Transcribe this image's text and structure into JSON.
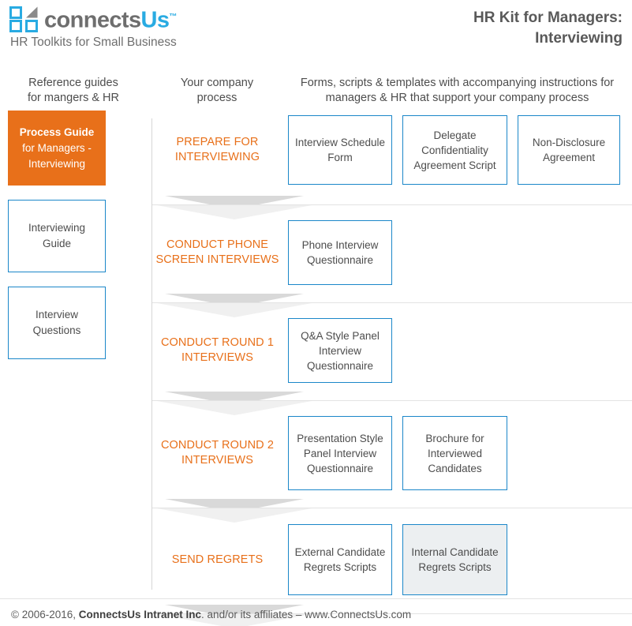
{
  "brand": {
    "logo_icon": "connectsus-grid-logo-icon",
    "name_part1": "connects",
    "name_part2": "Us",
    "trademark": "™",
    "tagline": "HR Toolkits for Small Business"
  },
  "header": {
    "kit_title_line1": "HR Kit for Managers:",
    "kit_title_line2": "Interviewing"
  },
  "columns": {
    "reference": {
      "line1": "Reference guides",
      "line2": "for mangers & HR"
    },
    "process": {
      "line1": "Your company",
      "line2": "process"
    },
    "forms": {
      "line1": "Forms, scripts & templates with accompanying instructions for",
      "line2": "managers & HR that support your company process"
    }
  },
  "reference_guides": [
    {
      "highlighted": true,
      "strong": "Process Guide",
      "line2": "for Managers -",
      "line3": "Interviewing"
    },
    {
      "highlighted": false,
      "line1": "Interviewing",
      "line2": "Guide"
    },
    {
      "highlighted": false,
      "line1": "Interview",
      "line2": "Questions"
    }
  ],
  "process_rows": [
    {
      "stage": "PREPARE FOR INTERVIEWING",
      "documents": [
        {
          "label": "Interview Schedule Form",
          "shaded": false
        },
        {
          "label": "Delegate Confidentiality Agreement Script",
          "shaded": false
        },
        {
          "label": "Non-Disclosure Agreement",
          "shaded": false
        }
      ]
    },
    {
      "stage": "CONDUCT PHONE SCREEN INTERVIEWS",
      "documents": [
        {
          "label": "Phone Interview Questionnaire",
          "shaded": false
        }
      ]
    },
    {
      "stage": "CONDUCT ROUND 1 INTERVIEWS",
      "documents": [
        {
          "label": "Q&A Style Panel Interview Questionnaire",
          "shaded": false
        }
      ]
    },
    {
      "stage": "CONDUCT ROUND 2 INTERVIEWS",
      "documents": [
        {
          "label": "Presentation Style Panel Interview Questionnaire",
          "shaded": false
        },
        {
          "label": "Brochure for Interviewed Candidates",
          "shaded": false
        }
      ]
    },
    {
      "stage": "SEND REGRETS",
      "documents": [
        {
          "label": "External Candidate Regrets Scripts",
          "shaded": false
        },
        {
          "label": "Internal Candidate Regrets Scripts",
          "shaded": true
        }
      ]
    }
  ],
  "footer": {
    "copyright": "© 2006-2016, ",
    "company": "ConnectsUs Intranet Inc",
    "suffix": ". and/or its affiliates – www.ConnectsUs.com"
  },
  "colors": {
    "accent_orange": "#e8701a",
    "brand_blue": "#29abe2",
    "card_border_blue": "#1b87c9",
    "text_gray": "#4d4d4d",
    "shaded_fill": "#eceff1",
    "rule_gray": "#e3e3e3"
  }
}
